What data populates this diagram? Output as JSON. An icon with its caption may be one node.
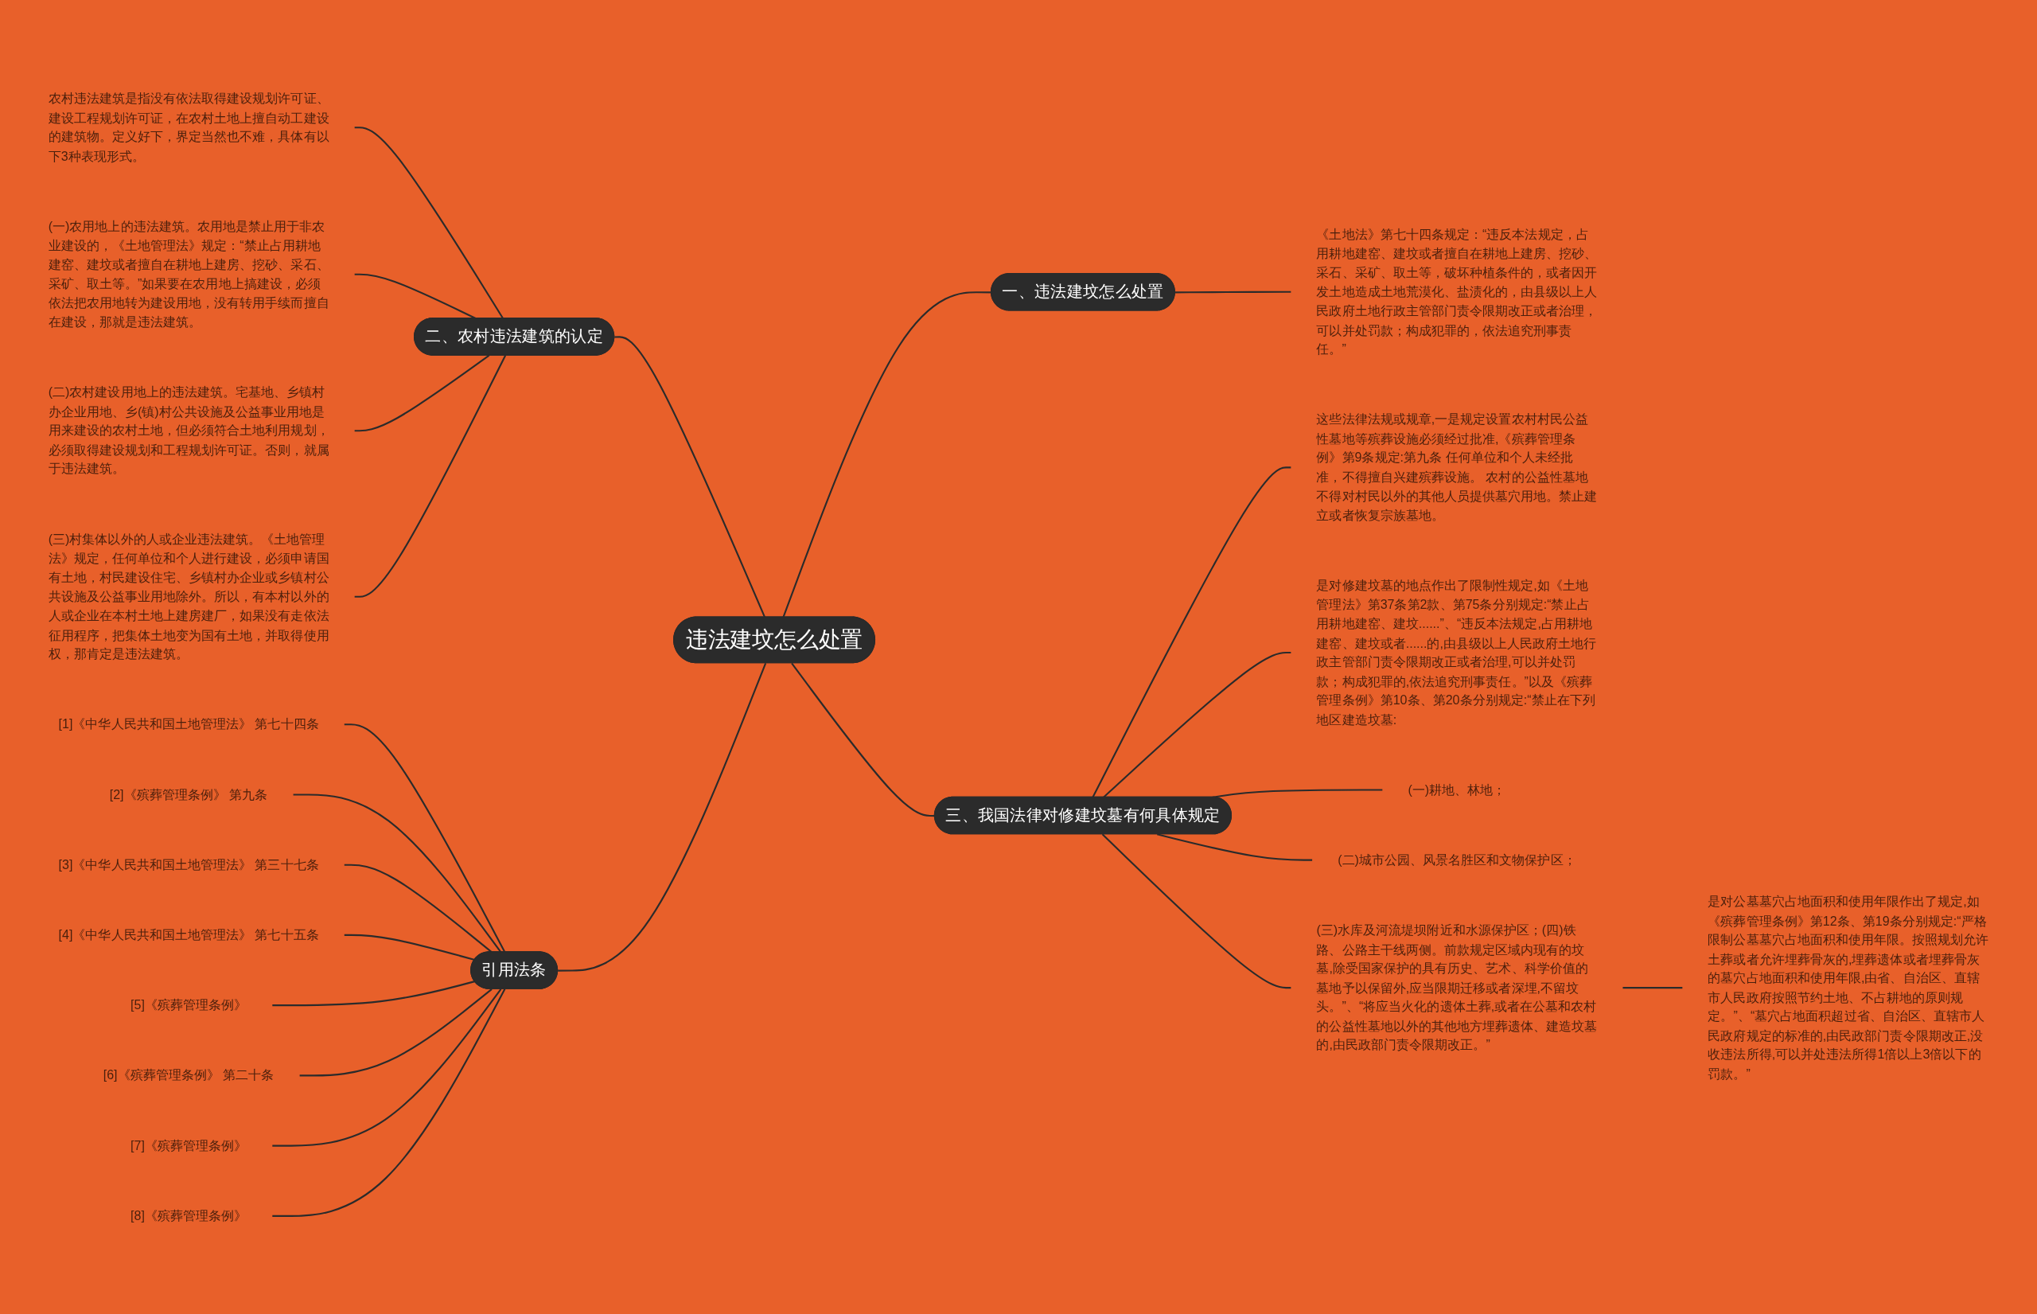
{
  "diagram": {
    "nodes": [
      {
        "text": [
          "违法建坟怎么处置"
        ]
      },
      {
        "text": [
          "一、违法建坟怎么处置"
        ]
      },
      {
        "text": [
          "《土地法》第七十四条规定：“违反本法规定，占用耕地建窑、建坟或者擅自在耕地上建房、挖砂、采石、采矿、取土等，破坏种植条件的，或者因开发土地造成土地荒漠化、盐渍化的，由县级以上人民政府土地行政主管部门责令限期改正或者治理，可以并处罚款；构成犯罪的，依法追究刑事责任。”"
        ]
      },
      {
        "text": [
          "三、我国法律对修建坟墓有何具体规定"
        ]
      },
      {
        "text": [
          "这些法律法规或规章,一是规定设置农村村民公益性墓地等殡葬设施必须经过批准,《殡葬管理条例》第9条规定:第九条 任何单位和个人未经批准，不得擅自兴建殡葬设施。 农村的公益性墓地不得对村民以外的其他人员提供墓穴用地。禁止建立或者恢复宗族墓地。"
        ]
      },
      {
        "text": [
          "是对修建坟墓的地点作出了限制性规定,如《土地管理法》第37条第2款、第75条分别规定:“禁止占用耕地建窑、建坟......”、“违反本法规定,占用耕地建窑、建坟或者......的,由县级以上人民政府土地行政主管部门责令限期改正或者治理,可以并处罚款；构成犯罪的,依法追究刑事责任。”以及《殡葬管理条例》第10条、第20条分别规定:“禁止在下列地区建造坟墓:"
        ]
      },
      {
        "text": [
          "(一)耕地、林地；"
        ]
      },
      {
        "text": [
          "(二)城市公园、风景名胜区和文物保护区；"
        ]
      },
      {
        "text": [
          "(三)水库及河流堤坝附近和水源保护区；(四)铁路、公路主干线两侧。前款规定区域内现有的坟墓,除受国家保护的具有历史、艺术、科学价值的墓地予以保留外,应当限期迁移或者深埋,不留坟头。”、“将应当火化的遗体土葬,或者在公墓和农村的公益性墓地以外的其他地方埋葬遗体、建造坟墓的,由民政部门责令限期改正。”"
        ]
      },
      {
        "text": [
          "是对公墓墓穴占地面积和使用年限作出了规定,如《殡葬管理条例》第12条、第19条分别规定:“严格限制公墓墓穴占地面积和使用年限。按照规划允许土葬或者允许埋葬骨灰的,埋葬遗体或者埋葬骨灰的墓穴占地面积和使用年限,由省、自治区、直辖市人民政府按照节约土地、不占耕地的原则规定。”、“墓穴占地面积超过省、自治区、直辖市人民政府规定的标准的,由民政部门责令限期改正,没收违法所得,可以并处违法所得1倍以上3倍以下的罚款。”"
        ]
      },
      {
        "text": [
          "二、农村违法建筑的认定"
        ]
      },
      {
        "text": [
          "农村违法建筑是指没有依法取得建设规划许可证、建设工程规划许可证，在农村土地上擅自动工建设的建筑物。定义好下，界定当然也不难，具体有以下3种表现形式。"
        ]
      },
      {
        "text": [
          "(一)农用地上的违法建筑。农用地是禁止用于非农业建设的，《土地管理法》规定：“禁止占用耕地建窑、建坟或者擅自在耕地上建房、挖砂、采石、采矿、取土等。”如果要在农用地上搞建设，必须依法把农用地转为建设用地，没有转用手续而擅自在建设，那就是违法建筑。"
        ]
      },
      {
        "text": [
          "(二)农村建设用地上的违法建筑。宅基地、乡镇村办企业用地、乡(镇)村公共设施及公益事业用地是用来建设的农村土地，但必须符合土地利用规划，必须取得建设规划和工程规划许可证。否则，就属于违法建筑。"
        ]
      },
      {
        "text": [
          "(三)村集体以外的人或企业违法建筑。《土地管理法》规定，任何单位和个人进行建设，必须申请国有土地，村民建设住宅、乡镇村办企业或乡镇村公共设施及公益事业用地除外。所以，有本村以外的人或企业在本村土地上建房建厂，如果没有走依法征用程序，把集体土地变为国有土地，并取得使用权，那肯定是违法建筑。"
        ]
      },
      {
        "text": [
          "引用法条"
        ]
      },
      {
        "text": [
          "[1]《中华人民共和国土地管理法》 第七十四条"
        ]
      },
      {
        "text": [
          "[2]《殡葬管理条例》 第九条"
        ]
      },
      {
        "text": [
          "[3]《中华人民共和国土地管理法》 第三十七条"
        ]
      },
      {
        "text": [
          "[4]《中华人民共和国土地管理法》 第七十五条"
        ]
      },
      {
        "text": [
          "[5]《殡葬管理条例》"
        ]
      },
      {
        "text": [
          "[6]《殡葬管理条例》 第二十条"
        ]
      },
      {
        "text": [
          "[7]《殡葬管理条例》"
        ]
      },
      {
        "text": [
          "[8]《殡葬管理条例》"
        ]
      }
    ],
    "edges": [
      {
        "from": 0,
        "to": 1,
        "arrow": "none"
      },
      {
        "from": 1,
        "to": 2,
        "arrow": "none"
      },
      {
        "from": 0,
        "to": 3,
        "arrow": "none"
      },
      {
        "from": 3,
        "to": 4,
        "arrow": "none"
      },
      {
        "from": 3,
        "to": 5,
        "arrow": "none"
      },
      {
        "from": 3,
        "to": 6,
        "arrow": "none"
      },
      {
        "from": 3,
        "to": 7,
        "arrow": "none"
      },
      {
        "from": 3,
        "to": 8,
        "arrow": "none"
      },
      {
        "from": 8,
        "to": 9,
        "arrow": "none"
      },
      {
        "from": 0,
        "to": 10,
        "arrow": "none"
      },
      {
        "from": 10,
        "to": 11,
        "arrow": "none"
      },
      {
        "from": 10,
        "to": 12,
        "arrow": "none"
      },
      {
        "from": 10,
        "to": 13,
        "arrow": "none"
      },
      {
        "from": 10,
        "to": 14,
        "arrow": "none"
      },
      {
        "from": 0,
        "to": 15,
        "arrow": "none"
      },
      {
        "from": 15,
        "to": 16,
        "arrow": "none"
      },
      {
        "from": 15,
        "to": 17,
        "arrow": "none"
      },
      {
        "from": 15,
        "to": 18,
        "arrow": "none"
      },
      {
        "from": 15,
        "to": 19,
        "arrow": "none"
      },
      {
        "from": 15,
        "to": 20,
        "arrow": "none"
      },
      {
        "from": 15,
        "to": 21,
        "arrow": "none"
      },
      {
        "from": 15,
        "to": 22,
        "arrow": "none"
      },
      {
        "from": 15,
        "to": 23,
        "arrow": "none"
      }
    ]
  }
}
